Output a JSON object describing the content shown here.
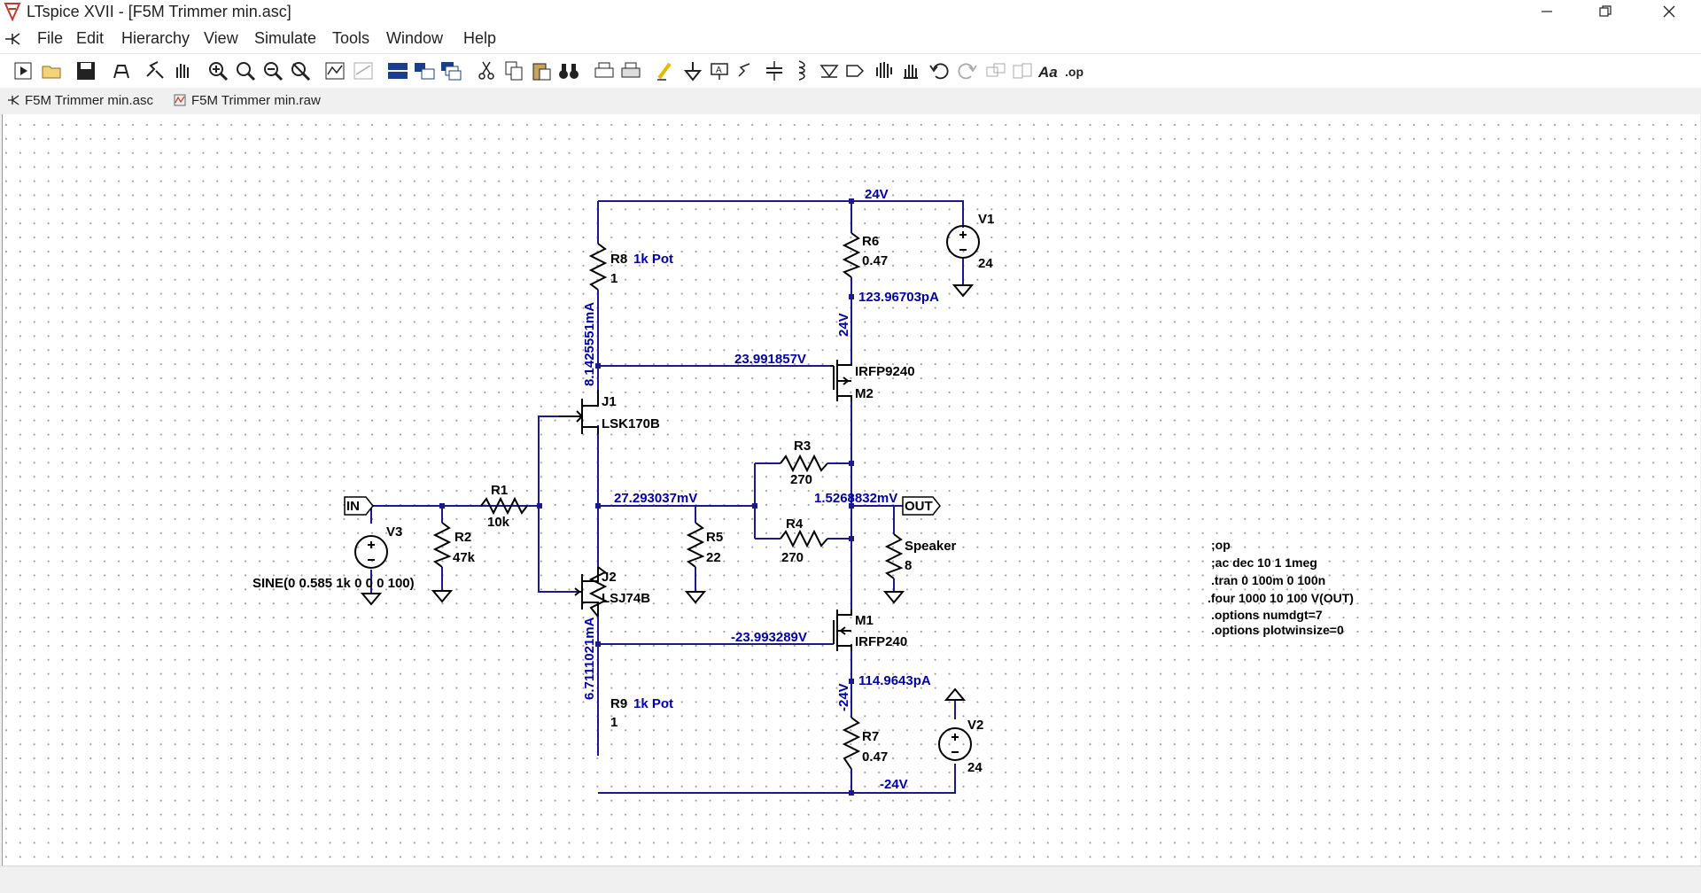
{
  "window": {
    "title": "LTspice XVII - [F5M Trimmer min.asc]"
  },
  "menu": {
    "items": [
      {
        "label": "File"
      },
      {
        "label": "Edit"
      },
      {
        "label": "Hierarchy"
      },
      {
        "label": "View"
      },
      {
        "label": "Simulate"
      },
      {
        "label": "Tools"
      },
      {
        "label": "Window"
      },
      {
        "label": "Help"
      }
    ]
  },
  "tabs": [
    {
      "label": "F5M Trimmer min.asc"
    },
    {
      "label": "F5M Trimmer min.raw"
    }
  ],
  "schematic": {
    "v1": {
      "name": "V1",
      "value": "24"
    },
    "v2": {
      "name": "V2",
      "value": "24"
    },
    "v3": {
      "name": "V3",
      "value": "SINE(0 0.585 1k 0 0 0 100)"
    },
    "r1": {
      "name": "R1",
      "value": "10k"
    },
    "r2": {
      "name": "R2",
      "value": "47k"
    },
    "r3": {
      "name": "R3",
      "value": "270"
    },
    "r4": {
      "name": "R4",
      "value": "270"
    },
    "r5": {
      "name": "R5",
      "value": "22"
    },
    "r6": {
      "name": "R6",
      "value": "0.47"
    },
    "r7": {
      "name": "R7",
      "value": "0.47"
    },
    "r8": {
      "name": "R8",
      "value": "1",
      "note": "1k Pot"
    },
    "r9": {
      "name": "R9",
      "value": "1",
      "note": "1k Pot"
    },
    "speaker": {
      "name": "Speaker",
      "value": "8"
    },
    "j1": {
      "name": "J1",
      "model": "LSK170B"
    },
    "j2": {
      "name": "J2",
      "model": "LSJ74B"
    },
    "m1": {
      "name": "M1",
      "model": "IRFP240"
    },
    "m2": {
      "name": "M2",
      "model": "IRFP9240"
    },
    "ports": {
      "in": "IN",
      "out": "OUT"
    },
    "annotations": {
      "top_rail": "24V",
      "bottom_rail": "-24V",
      "m2_source": "24V",
      "m1_source": "-24V",
      "r6_current": "123.96703pA",
      "r7_current": "114.9643pA",
      "j1_current": "8.1425551mA",
      "j2_current": "6.7111021mA",
      "m2_gate": "23.991857V",
      "m1_gate": "-23.993289V",
      "feedback_node": "27.293037mV",
      "output_node": "1.5268832mV"
    },
    "directives": [
      ";op",
      ";ac dec 10 1 1meg",
      ".tran 0 100m 0 100n",
      ".four 1000 10 100 V(OUT)",
      ".options numdgt=7",
      ".options plotwinsize=0"
    ]
  }
}
